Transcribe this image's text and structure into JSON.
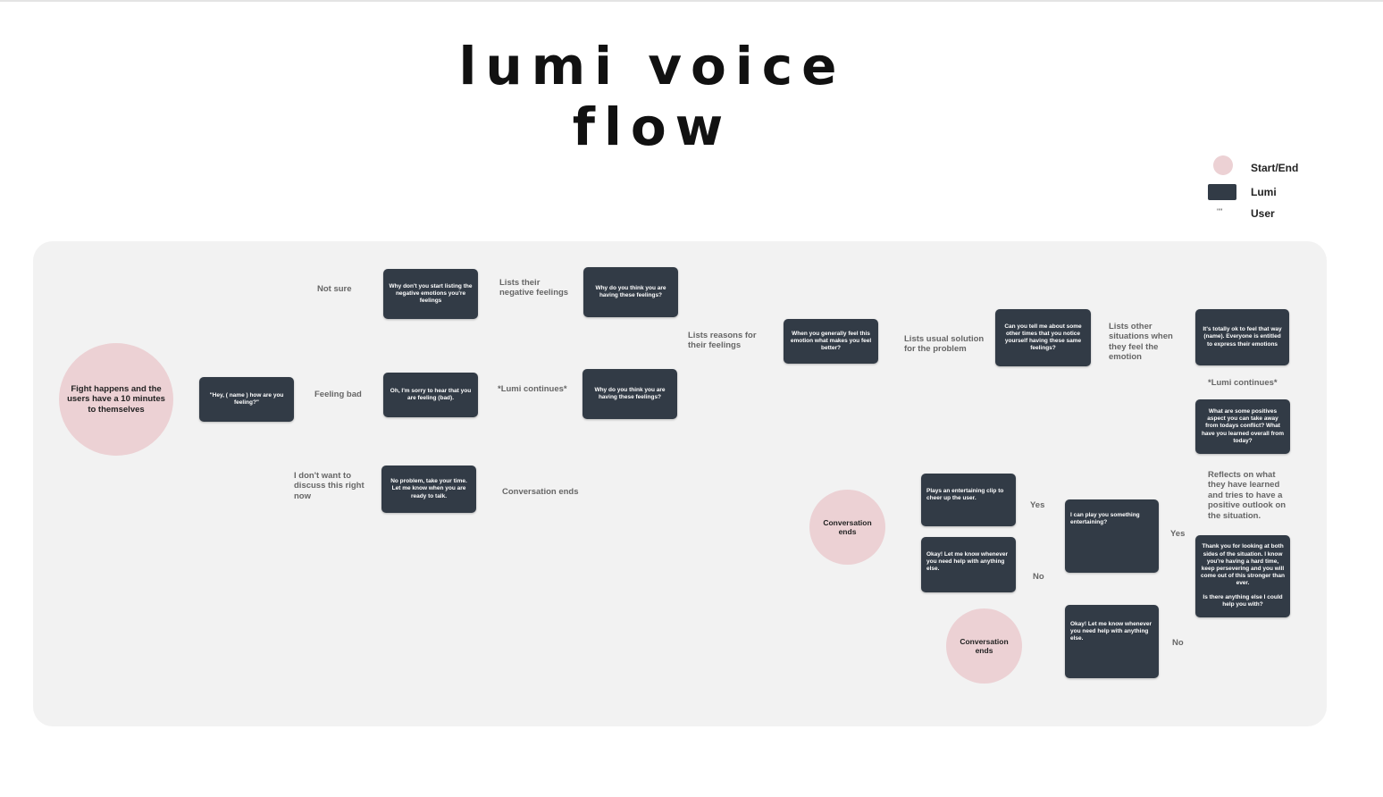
{
  "title": "lumi voice flow",
  "legend": {
    "start_end": "Start/End",
    "lumi": "Lumi",
    "user_symbol": "\"\"",
    "user": "User"
  },
  "nodes": {
    "start": "Fight happens and the users have a 10 minutes to themselves",
    "greeting": "\"Hey, ( name ) how are you feeling?\"",
    "start_listing": "Why don't you start listing the negative emotions you're feelings",
    "why_feelings_1": "Why do you think you are having these feelings?",
    "sorry_bad": "Oh, I'm sorry to hear that you are feeling (bad).",
    "why_feelings_2": "Why do you think you are having these feelings?",
    "no_problem": "No problem, take your time. Let me know when you are ready to talk.",
    "what_makes_better": "When you generally feel this emotion what makes you feel better?",
    "other_times": "Can you tell me about some other times that you notice yourself having these same feelings?",
    "totally_ok": "It's totally ok to feel that way (name). Everyone is entitled to express their emotions",
    "positives": "What are some positives aspect you can take away from todays conflict? What have you learned overall from today?",
    "thank_you": "Thank you for looking at both sides of the situation. I know you're having a hard time, keep persevering and you will come out of this stronger than ever.\n\nIs there anything else I could help you with?",
    "play_entertaining": "I can play you something entertaining?",
    "plays_clip": "Plays an entertaining clip to cheer up the user.",
    "okay_let_me_know_1": "Okay! Let me know whenever you need help with anything else.",
    "okay_let_me_know_2": "Okay! Let me know whenever you need help with anything else.",
    "conversation_ends_circle_1": "Conversation ends",
    "conversation_ends_circle_2": "Conversation ends"
  },
  "labels": {
    "not_sure": "Not sure",
    "feeling_bad": "Feeling bad",
    "dont_want": "I don't want to discuss this right now",
    "lists_negative": "Lists their negative feelings",
    "lumi_continues_1": "*Lumi continues*",
    "conversation_ends_text": "Conversation ends",
    "lists_reasons": "Lists reasons for their feelings",
    "lists_solution": "Lists usual solution for the problem",
    "lists_other": "Lists other situations when they feel the emotion",
    "lumi_continues_2": "*Lumi continues*",
    "reflects": "Reflects on what they have learned and tries to have a positive outlook on the situation.",
    "yes_1": "Yes",
    "yes_2": "Yes",
    "no_1": "No",
    "no_2": "No"
  },
  "colors": {
    "lumi_box": "#323b46",
    "start_end_circle": "#ecd1d4",
    "panel": "#f2f2f2"
  }
}
